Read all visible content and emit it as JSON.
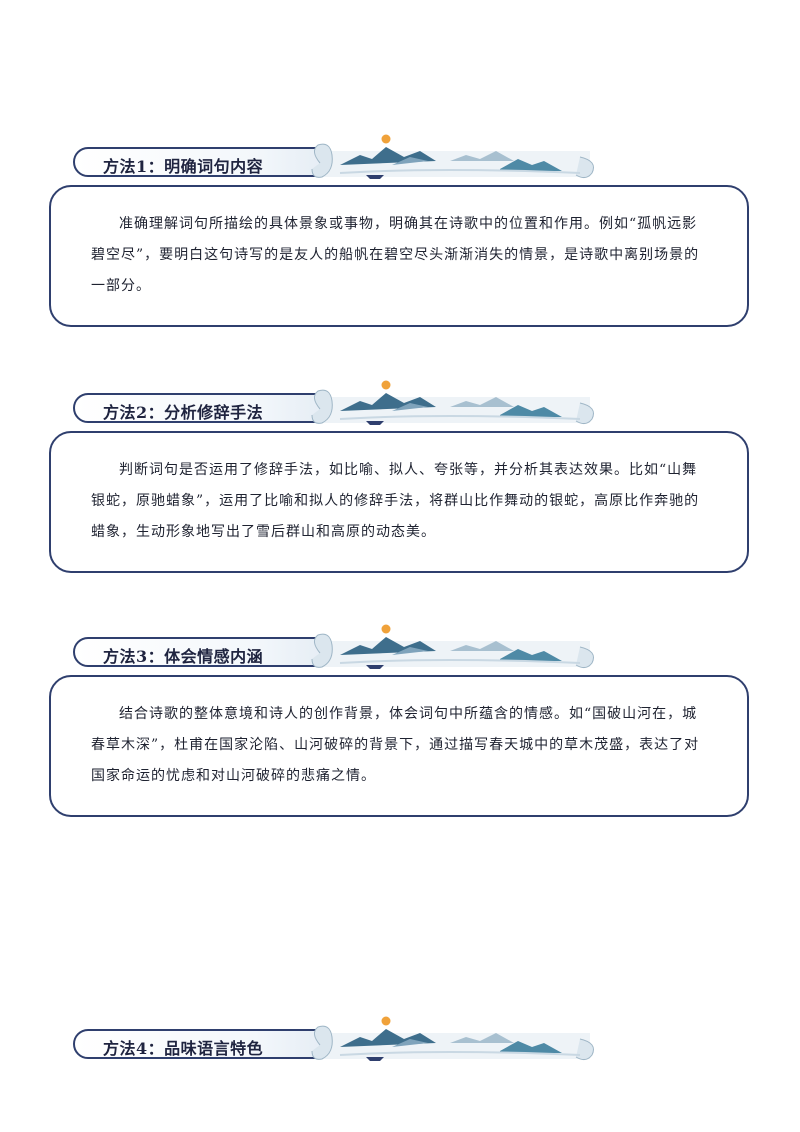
{
  "sections": [
    {
      "title": "方法1：明确词句内容",
      "body": "准确理解词句所描绘的具体景象或事物，明确其在诗歌中的位置和作用。例如“孤帆远影碧空尽”，要明白这句诗写的是友人的船帆在碧空尽头渐渐消失的情景，是诗歌中离别场景的一部分。"
    },
    {
      "title": "方法2：分析修辞手法",
      "body": "判断词句是否运用了修辞手法，如比喻、拟人、夸张等，并分析其表达效果。比如“山舞银蛇，原驰蜡象”，运用了比喻和拟人的修辞手法，将群山比作舞动的银蛇，高原比作奔驰的蜡象，生动形象地写出了雪后群山和高原的动态美。"
    },
    {
      "title": "方法3：体会情感内涵",
      "body": "结合诗歌的整体意境和诗人的创作背景，体会词句中所蕴含的情感。如“国破山河在，城春草木深”，杜甫在国家沦陷、山河破碎的背景下，通过描写春天城中的草木茂盛，表达了对国家命运的忧虑和对山河破碎的悲痛之情。"
    },
    {
      "title": "方法4：品味语言特色",
      "body": ""
    }
  ],
  "colors": {
    "border": "#2f3f6e",
    "sun": "#f0a23a",
    "mountain": "#3e6e8c"
  },
  "icons": [
    "scroll-landscape-icon",
    "sun-icon",
    "boat-icon"
  ]
}
